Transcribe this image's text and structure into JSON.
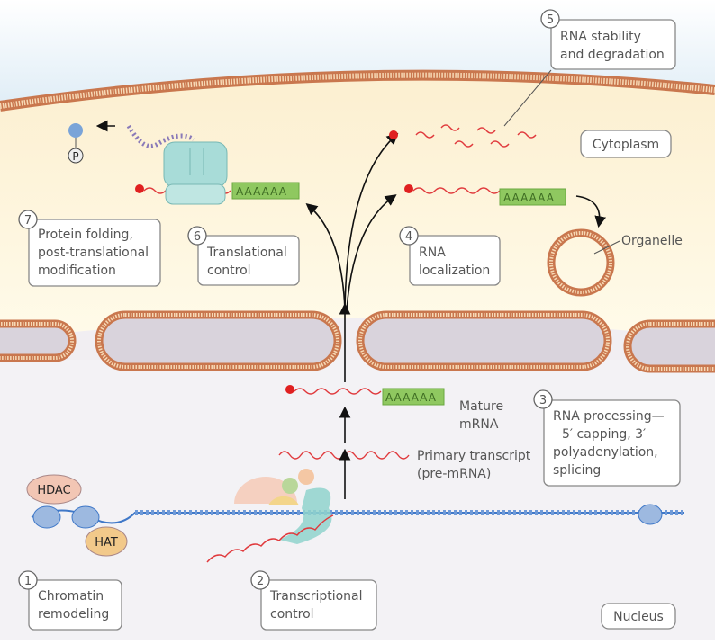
{
  "steps": {
    "s1": {
      "num": "1",
      "lines": [
        "Chromatin",
        "remodeling"
      ]
    },
    "s2": {
      "num": "2",
      "lines": [
        "Transcriptional",
        "control"
      ]
    },
    "s3": {
      "num": "3",
      "lines": [
        "RNA processing—",
        "5′ capping, 3′",
        "polyadenylation,",
        "splicing"
      ]
    },
    "s4": {
      "num": "4",
      "lines": [
        "RNA",
        "localization"
      ]
    },
    "s5": {
      "num": "5",
      "lines": [
        "RNA stability",
        "and degradation"
      ]
    },
    "s6": {
      "num": "6",
      "lines": [
        "Translational",
        "control"
      ]
    },
    "s7": {
      "num": "7",
      "lines": [
        "Protein folding,",
        "post-translational",
        "modification"
      ]
    }
  },
  "regions": {
    "cytoplasm": "Cytoplasm",
    "nucleus": "Nucleus",
    "organelle": "Organelle"
  },
  "molecules": {
    "mature_mrna": [
      "Mature",
      "mRNA"
    ],
    "primary_transcript": [
      "Primary transcript",
      "(pre-mRNA)"
    ],
    "poly_a": "AAAAAA",
    "hdac": "HDAC",
    "hat": "HAT",
    "phosphate": "P"
  },
  "colors": {
    "membrane": "#c9774e",
    "cytoplasm": "#fdf4d8",
    "nucleus": "#f3f2f5",
    "rna": "#e0393c",
    "poly_a": "#8fc860",
    "dna": "#3f78c8"
  }
}
